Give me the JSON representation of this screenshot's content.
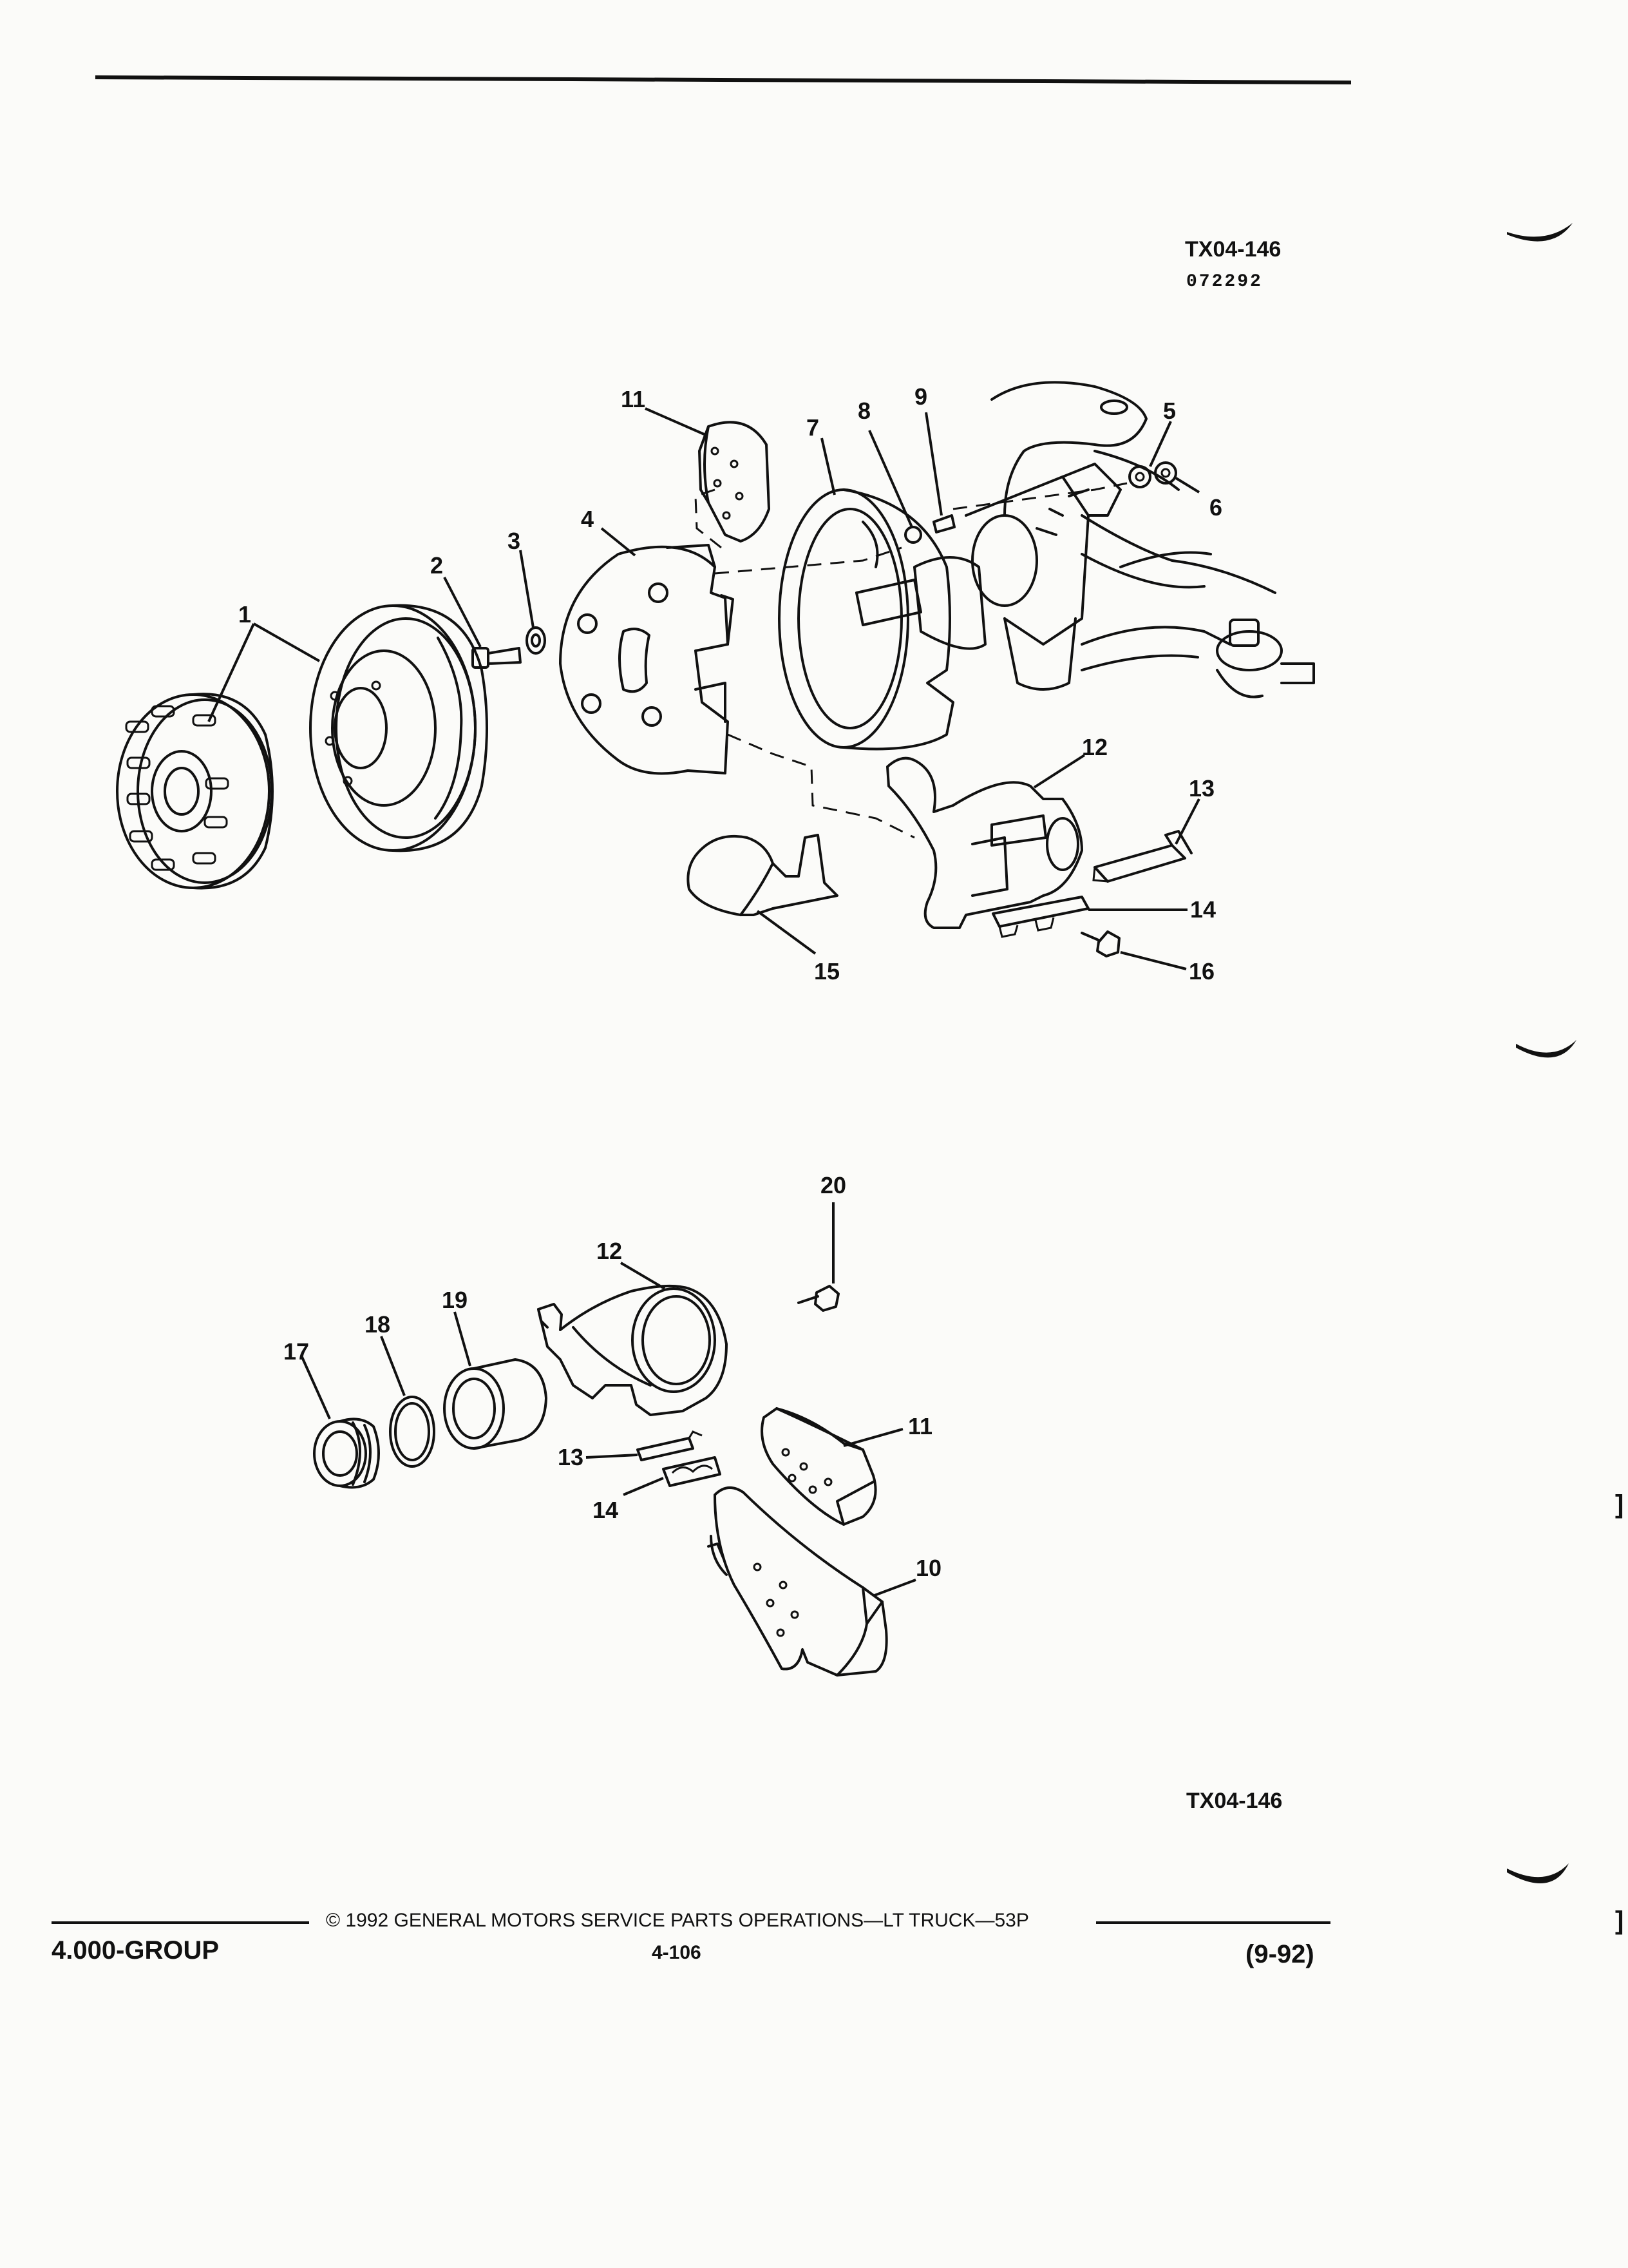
{
  "header": {
    "drawing_code": "TX04-146",
    "date_code": "072292"
  },
  "upper_view": {
    "callouts": [
      "1",
      "2",
      "3",
      "4",
      "5",
      "6",
      "7",
      "8",
      "9",
      "11",
      "12",
      "13",
      "14",
      "15",
      "16"
    ]
  },
  "lower_view": {
    "callouts": [
      "10",
      "11",
      "12",
      "13",
      "14",
      "17",
      "18",
      "19",
      "20"
    ],
    "drawing_code": "TX04-146"
  },
  "footer": {
    "group": "4.000-GROUP",
    "copyright": "©  1992  GENERAL MOTORS SERVICE PARTS OPERATIONS—LT TRUCK—53P",
    "page": "4-106",
    "revision": "(9-92)"
  },
  "margin_marks": [
    "]",
    "]"
  ]
}
